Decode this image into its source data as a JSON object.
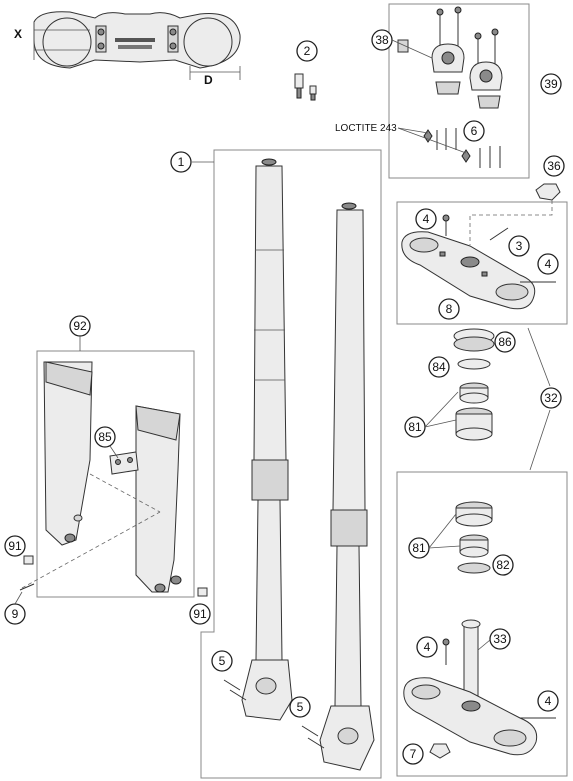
{
  "callouts": {
    "c1": "1",
    "c2": "2",
    "c3": "3",
    "c4a": "4",
    "c4b": "4",
    "c4c": "4",
    "c4d": "4",
    "c5a": "5",
    "c5b": "5",
    "c6": "6",
    "c7": "7",
    "c8": "8",
    "c9": "9",
    "c32": "32",
    "c33": "33",
    "c36": "36",
    "c38": "38",
    "c39": "39",
    "c81a": "81",
    "c81b": "81",
    "c82": "82",
    "c84": "84",
    "c85": "85",
    "c86": "86",
    "c91a": "91",
    "c91b": "91",
    "c92": "92"
  },
  "labels": {
    "loctite": "LOCTITE 243",
    "dim_x": "X",
    "dim_d": "D"
  }
}
